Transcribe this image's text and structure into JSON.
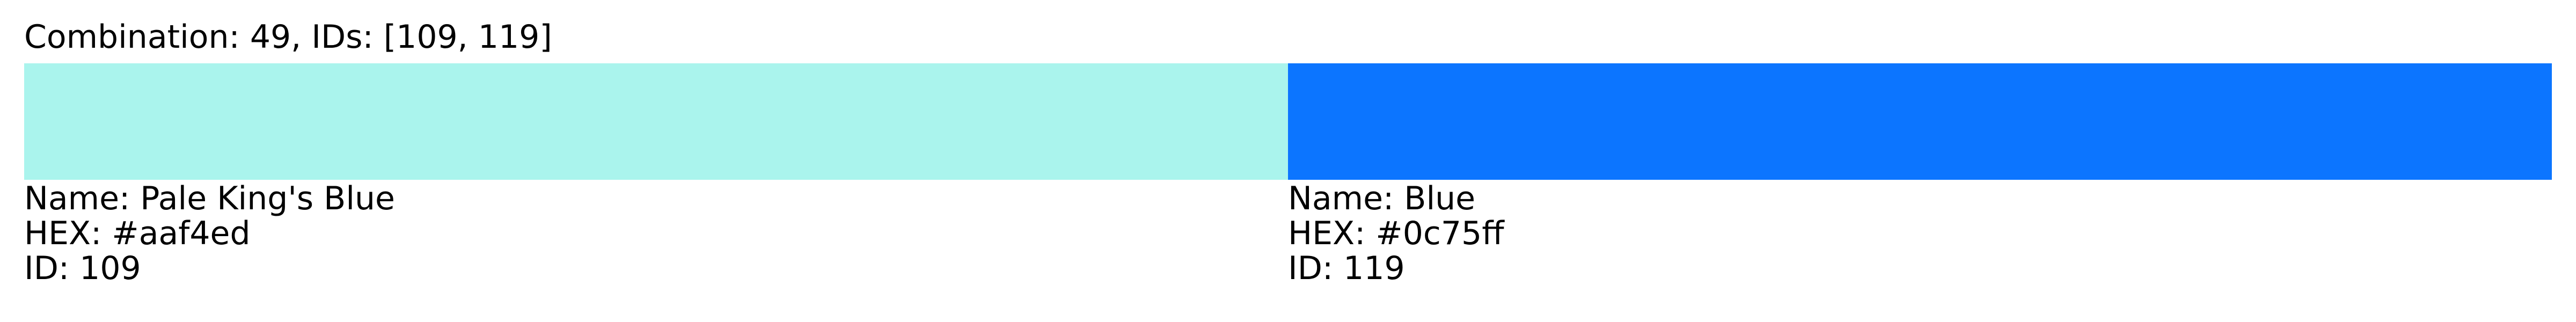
{
  "title": "Combination: 49, IDs: [109, 119]",
  "colors": [
    {
      "name_line": "Name: Pale King's Blue",
      "hex_line": "HEX: #aaf4ed",
      "id_line": "ID: 109",
      "hex": "#aaf4ed"
    },
    {
      "name_line": "Name: Blue",
      "hex_line": "HEX: #0c75ff",
      "id_line": "ID: 119",
      "hex": "#0c75ff"
    }
  ]
}
